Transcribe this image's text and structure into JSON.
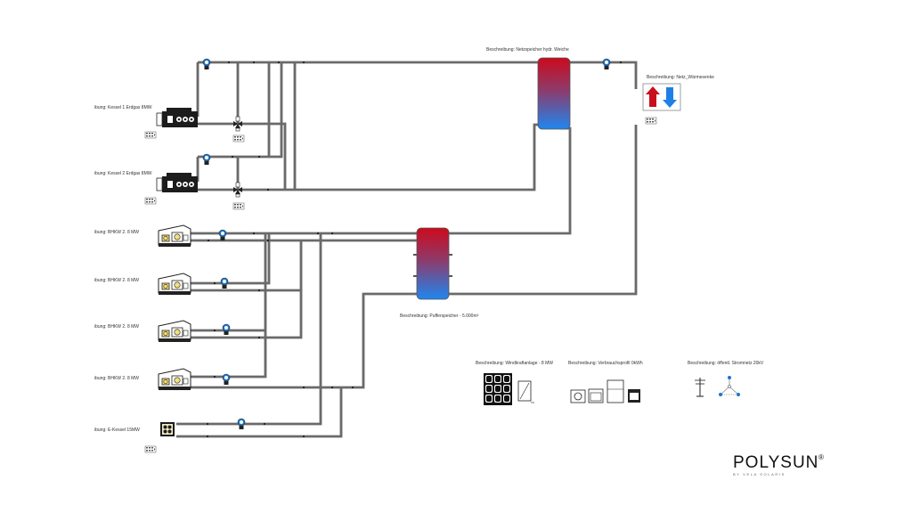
{
  "components": {
    "kessel1": "ibung: Kessel 1 Erdgas 8MW",
    "kessel2": "ibung: Kessel 2 Erdgas 8MW",
    "bhkw1": "ibung: BHKW 2. 8 MW",
    "bhkw2": "ibung: BHKW 2. 8 MW",
    "bhkw3": "ibung: BHKW 2. 8 MW",
    "bhkw4": "ibung: BHKW 2. 8 MW",
    "ekessel": "ibung: E-Kessel 15MW",
    "netzspeicher": "Beschreibung: Netzspeicher hydr. Weiche",
    "waermesenke": "Beschreibung: Netz_Wärmesenke",
    "pufferspeicher": "Beschreibung: Pufferspeicher - 5.000m³",
    "wind": "Beschreibung: Windkraftanlage - 8 MW",
    "verbrauch": "Beschreibung: Verbrauchsprofil 0kWh",
    "stromnetz": "Beschreibung: öffentl. Stromnetz 20kV"
  },
  "brand": {
    "name": "POLYSUN",
    "reg": "®",
    "sub": "BY VELA SOLARIS"
  },
  "colors": {
    "hot": "#d0021b",
    "cold": "#1e7fe6",
    "pipe": "#6a6a6a",
    "pump": "#1976d2"
  },
  "icons": {
    "boiler": "boiler-icon",
    "chp": "chp-icon",
    "electric_boiler": "electric-boiler-icon",
    "tank": "storage-tank-icon",
    "pump": "pump-icon",
    "valve": "mixing-valve-icon",
    "heat_sink": "heat-sink-icon",
    "solar_panel": "solar-panel-icon",
    "inverter": "inverter-icon",
    "appliances": "appliances-icon",
    "grid": "power-grid-icon",
    "controller": "controller-icon"
  }
}
